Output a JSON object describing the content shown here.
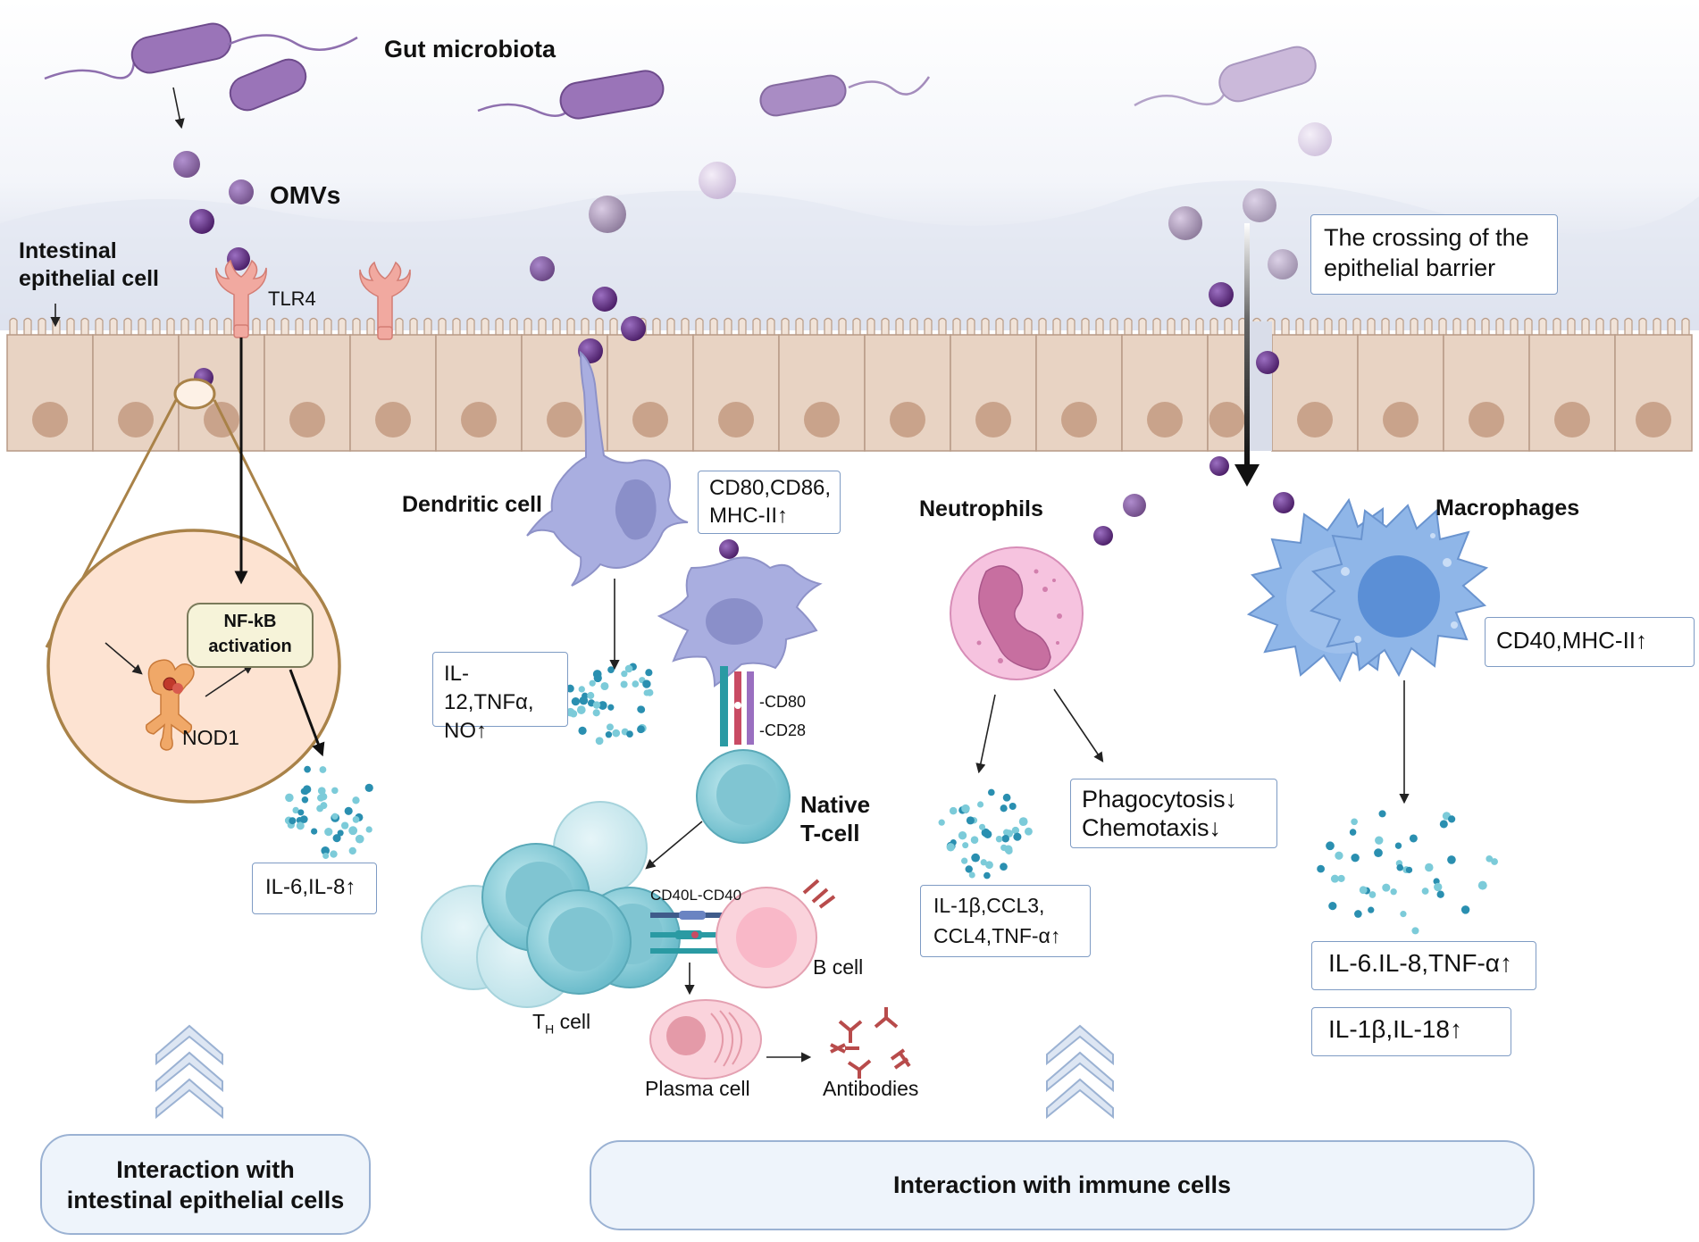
{
  "labels": {
    "gut_microbiota": "Gut microbiota",
    "omvs": "OMVs",
    "intestinal_epithelial_cell": "Intestinal\nepithelial cell",
    "tlr4": "TLR4",
    "nfkb": "NF-kB\nactivation",
    "nod1": "NOD1",
    "dendritic_cell": "Dendritic cell",
    "cd80_right": "-CD80",
    "cd28": "-CD28",
    "native_tcell": "Native\nT-cell",
    "cd40l_cd40": "CD40L-CD40",
    "th_cell_main": "T",
    "th_cell_sub": "H",
    "th_cell_suffix": " cell",
    "b_cell": "B cell",
    "plasma_cell": "Plasma cell",
    "antibodies": "Antibodies",
    "neutrophils": "Neutrophils",
    "macrophages": "Macrophages"
  },
  "boxes": {
    "crossing": "The crossing of the\nepithelial barrier",
    "cd80_cd86": "CD80,CD86,\nMHC-II↑",
    "il12": "IL-12,TNFα,\nNO↑",
    "il6_il8": "IL-6,IL-8↑",
    "phagocytosis": "Phagocytosis↓\nChemotaxis↓",
    "il1b_ccl": "IL-1β,CCL3,\nCCL4,TNF-α↑",
    "cd40_mhc": "CD40,MHC-II↑",
    "il6_tnf": "IL-6.IL-8,TNF-α↑",
    "il1b_il18": "IL-1β,IL-18↑"
  },
  "panels": {
    "left": "Interaction with\nintestinal epithelial cells",
    "right": "Interaction with immune cells"
  },
  "colors": {
    "bacteria": "#9a74b8",
    "omv": "#5b2a78",
    "epithelium": "#e8d3c3",
    "nucleus": "#c9a38b",
    "dendritic": "#a9aee0",
    "tcell": "#8fd0db",
    "neutrophil": "#e7a6c9",
    "macrophage": "#8fb6e8",
    "panel_border": "#9bb2d3"
  }
}
